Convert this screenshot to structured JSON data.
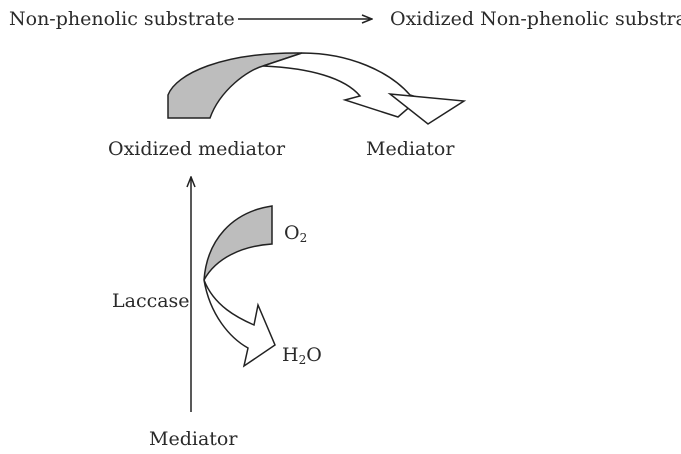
{
  "labels": {
    "substrate": "Non-phenolic substrate",
    "oxidized_substrate": "Oxidized Non-phenolic substrate",
    "oxidized_mediator": "Oxidized mediator",
    "mediator_top": "Mediator",
    "oxygen": {
      "base": "O",
      "sub": "2"
    },
    "laccase": "Laccase",
    "water": {
      "pre": "H",
      "sub": "2",
      "post": "O"
    },
    "mediator_bottom": "Mediator"
  },
  "colors": {
    "arrow_fill": "#bdbdbd",
    "line": "#222222",
    "text": "#2a2a2a",
    "background": "#ffffff"
  }
}
